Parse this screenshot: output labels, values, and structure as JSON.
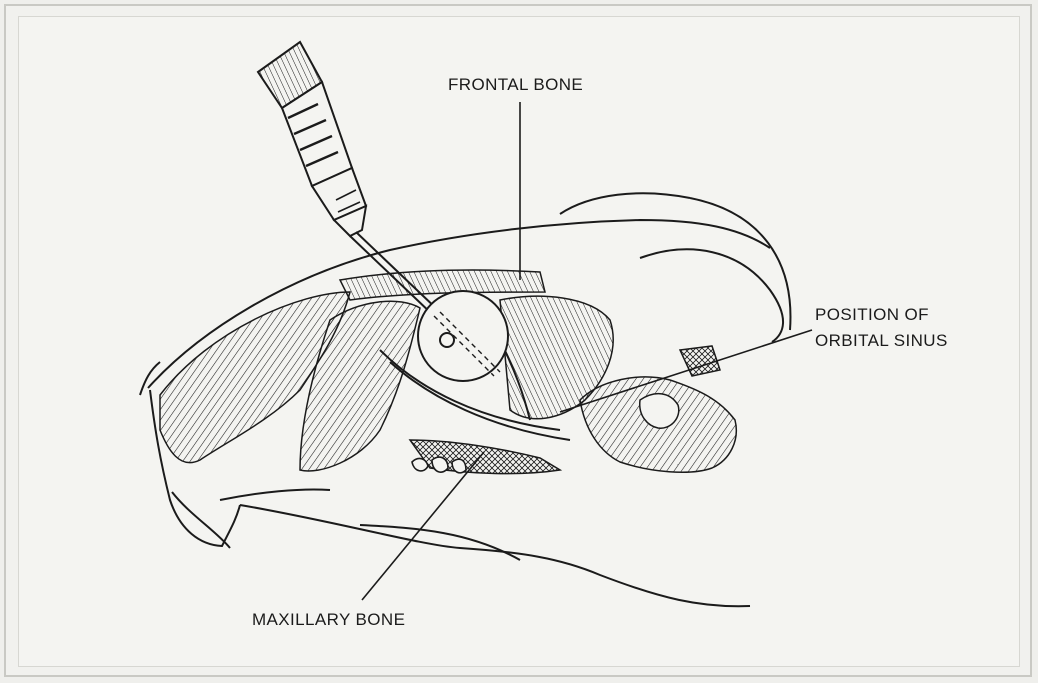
{
  "labels": {
    "frontal_bone": "FRONTAL BONE",
    "orbital_sinus_line1": "POSITION OF",
    "orbital_sinus_line2": "ORBITAL SINUS",
    "maxillary_bone": "MAXILLARY BONE"
  },
  "colors": {
    "ink": "#1b1b1b",
    "paper": "#f4f4f1"
  }
}
